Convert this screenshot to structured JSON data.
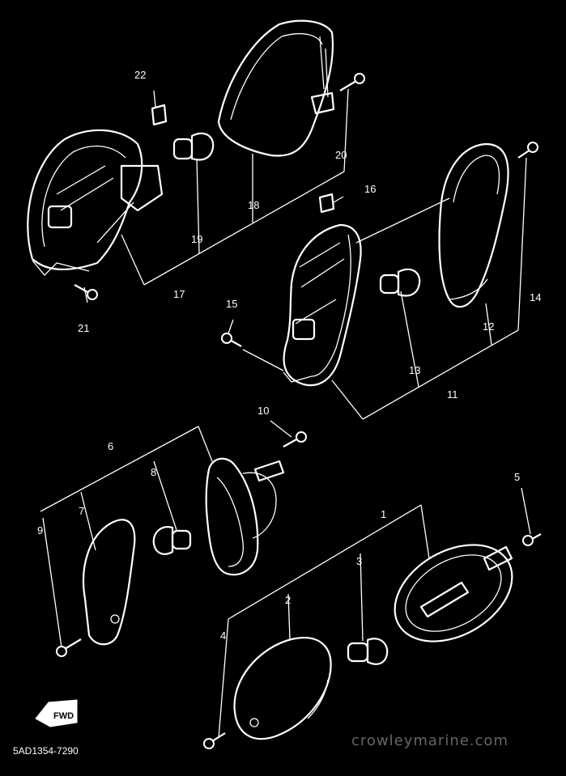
{
  "diagram": {
    "part_code": "5AD1354-7290",
    "watermark": "crowleymarine.com",
    "arrow_label": "FWD",
    "callouts": [
      {
        "id": "c1",
        "text": "1"
      },
      {
        "id": "c2",
        "text": "2"
      },
      {
        "id": "c3",
        "text": "3"
      },
      {
        "id": "c4",
        "text": "4"
      },
      {
        "id": "c5",
        "text": "5"
      },
      {
        "id": "c6",
        "text": "6"
      },
      {
        "id": "c7",
        "text": "7"
      },
      {
        "id": "c8",
        "text": "8"
      },
      {
        "id": "c9",
        "text": "9"
      },
      {
        "id": "c10",
        "text": "10"
      },
      {
        "id": "c11",
        "text": "11"
      },
      {
        "id": "c12",
        "text": "12"
      },
      {
        "id": "c13",
        "text": "13"
      },
      {
        "id": "c14",
        "text": "14"
      },
      {
        "id": "c15",
        "text": "15"
      },
      {
        "id": "c16",
        "text": "16"
      },
      {
        "id": "c17",
        "text": "17"
      },
      {
        "id": "c18",
        "text": "18"
      },
      {
        "id": "c19",
        "text": "19"
      },
      {
        "id": "c20",
        "text": "20"
      },
      {
        "id": "c21",
        "text": "21"
      },
      {
        "id": "c22",
        "text": "22"
      }
    ]
  }
}
